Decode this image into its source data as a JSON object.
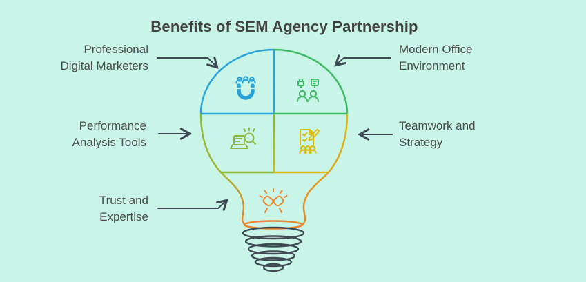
{
  "title": "Benefits of SEM Agency Partnership",
  "background_color": "#c8f5e8",
  "title_color": "#434343",
  "text_color": "#4c4c4c",
  "arrow_color": "#3d4852",
  "bulb": {
    "base_color": "#3f4a52",
    "neck_color": "#e8872b",
    "quadrants": [
      {
        "id": "top-left",
        "icon": "magnet-audience-icon",
        "color": "#29a3db",
        "label_lines": [
          "Professional",
          "Digital Marketers"
        ]
      },
      {
        "id": "top-right",
        "icon": "connected-people-icon",
        "color": "#3eba64",
        "label_lines": [
          "Modern Office",
          "Environment"
        ]
      },
      {
        "id": "bottom-left",
        "icon": "laptop-analysis-icon",
        "color": "#8eb93a",
        "label_lines": [
          "Performance",
          "Analysis Tools"
        ]
      },
      {
        "id": "bottom-right",
        "icon": "checklist-team-icon",
        "color": "#dabc0c",
        "label_lines": [
          "Teamwork and",
          "Strategy"
        ]
      }
    ],
    "neck": {
      "id": "neck",
      "icon": "fist-bump-icon",
      "color": "#e8872b",
      "label_lines": [
        "Trust and",
        "Expertise"
      ]
    }
  }
}
